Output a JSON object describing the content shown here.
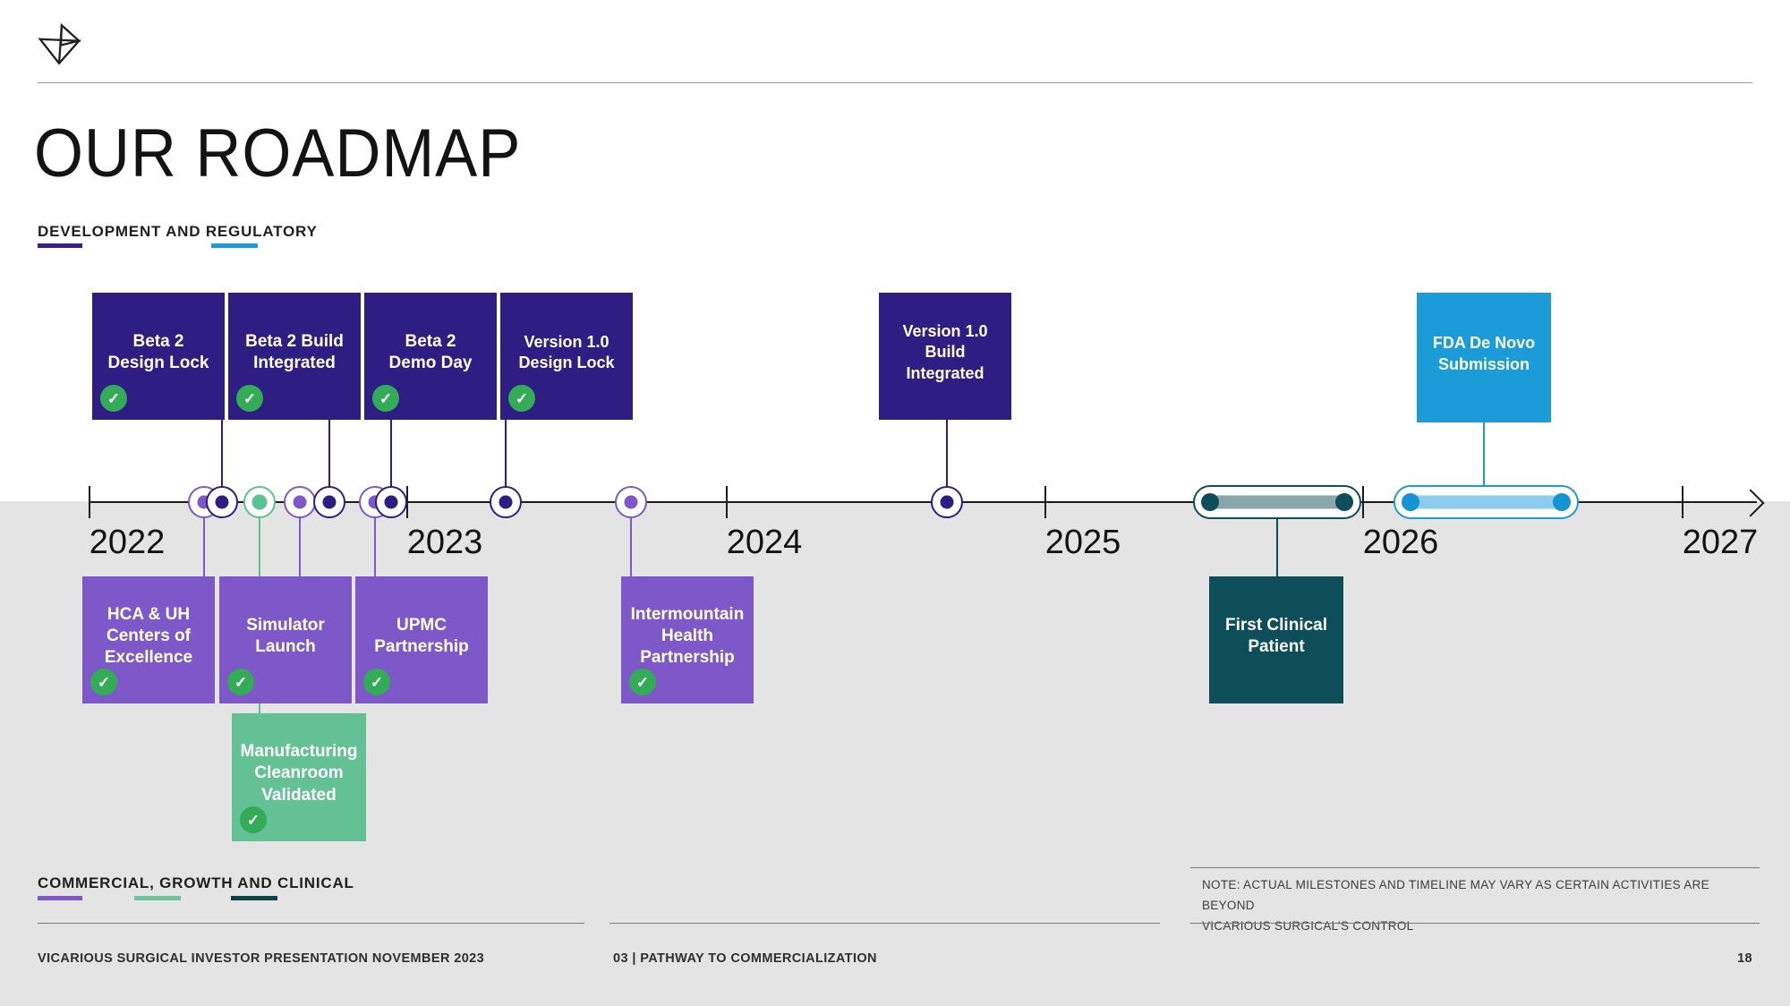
{
  "header": {
    "title": "OUR ROADMAP",
    "section_label": "DEVELOPMENT AND REGULATORY"
  },
  "legend": {
    "development_color": "#3a1f86",
    "regulatory_color": "#1b9cd8",
    "bottom_label": "COMMERCIAL, GROWTH AND CLINICAL",
    "commercial_color": "#7e57c9",
    "growth_color": "#6ec49c",
    "clinical_color": "#113e4c"
  },
  "timeline": {
    "years": [
      "2022",
      "2023",
      "2024",
      "2025",
      "2026",
      "2027"
    ],
    "axis_color": "#1b1b1b"
  },
  "milestones": {
    "development": [
      {
        "label": "Beta 2\nDesign Lock",
        "completed": true,
        "color": "#2e1d83"
      },
      {
        "label": "Beta 2 Build\nIntegrated",
        "completed": true,
        "color": "#2e1d83"
      },
      {
        "label": "Beta 2\nDemo Day",
        "completed": true,
        "color": "#2e1d83"
      },
      {
        "label": "Version 1.0\nDesign Lock",
        "completed": true,
        "color": "#2e1d83"
      },
      {
        "label": "Version 1.0\nBuild\nIntegrated",
        "completed": false,
        "color": "#2e1d83"
      }
    ],
    "regulatory": [
      {
        "label": "FDA De Novo\nSubmission",
        "completed": false,
        "color": "#1b9cd8"
      }
    ],
    "commercial": [
      {
        "label": "HCA & UH\nCenters of\nExcellence",
        "completed": true,
        "color": "#7e57c9"
      },
      {
        "label": "Simulator\nLaunch",
        "completed": true,
        "color": "#7e57c9"
      },
      {
        "label": "UPMC\nPartnership",
        "completed": true,
        "color": "#7e57c9"
      },
      {
        "label": "Intermountain\nHealth\nPartnership",
        "completed": true,
        "color": "#7e57c9"
      }
    ],
    "growth": [
      {
        "label": "Manufacturing\nCleanroom\nValidated",
        "completed": true,
        "color": "#63c195"
      }
    ],
    "clinical": [
      {
        "label": "First Clinical\nPatient",
        "completed": false,
        "color": "#0e4d5a"
      }
    ]
  },
  "note": {
    "line1": "NOTE: ACTUAL MILESTONES AND TIMELINE MAY VARY AS CERTAIN ACTIVITIES ARE BEYOND",
    "line2": "VICARIOUS SURGICAL’S CONTROL"
  },
  "footer": {
    "left": "VICARIOUS SURGICAL INVESTOR PRESENTATION NOVEMBER 2023",
    "center": "03 | PATHWAY TO COMMERCIALIZATION",
    "page": "18"
  }
}
